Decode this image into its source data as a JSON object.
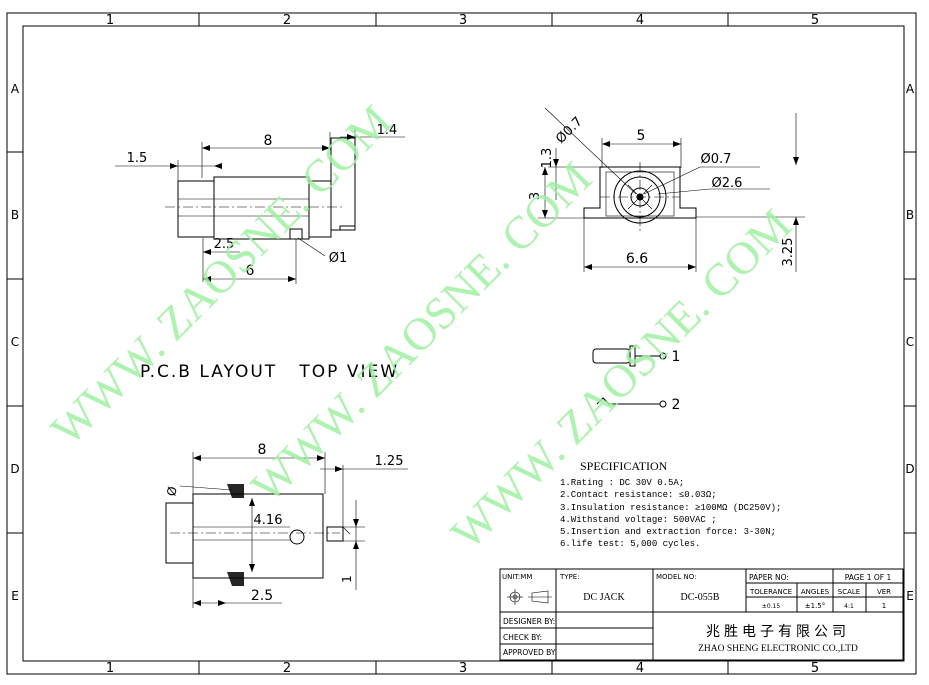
{
  "frame": {
    "columns": [
      "1",
      "2",
      "3",
      "4",
      "5"
    ],
    "rows": [
      "A",
      "B",
      "C",
      "D",
      "E"
    ]
  },
  "watermark": {
    "text_1": "WWW. ZAOSNE. COM",
    "text_2": "WWW. ZAOSNE. COM",
    "text_3": "WWW. ZAOSNE. COM"
  },
  "side_view": {
    "dim_top": "8",
    "dim_right": "1.4",
    "dim_left": "1.5",
    "dim_bottom_inner": "2.5",
    "dim_bottom_outer": "6",
    "dim_pin": "Ø1"
  },
  "front_view": {
    "dim_phi07_top": "Ø0.7",
    "dim_width_top": "5",
    "dim_13": "1.3",
    "dim_3": "3",
    "dim_phi07_right": "Ø0.7",
    "dim_phi26": "Ø2.6",
    "dim_66": "6.6",
    "dim_325": "3.25"
  },
  "pcb_layout": {
    "title": "P.C.B LAYOUT   TOP VIEW",
    "dim_top": "8",
    "dim_right": "1.25",
    "dim_phi": "Ø",
    "dim_416": "4.16",
    "dim_bottom": "2.5",
    "dim_1": "1"
  },
  "schematic": {
    "pin1": "1",
    "pin2": "2"
  },
  "specification": {
    "heading": "SPECIFICATION",
    "items": [
      "1.Rating : DC 30V 0.5A;",
      "2.Contact resistance: ≤0.03Ω;",
      "3.Insulation resistance: ≥100MΩ (DC250V);",
      "4.Withstand voltage: 500VAC ;",
      "5.Insertion and extraction force: 3-30N;",
      "6.life test: 5,000 cycles."
    ]
  },
  "title_block": {
    "unit_label": "UNIT:MM",
    "type_label": "TYPE:",
    "type_value": "DC JACK",
    "model_label": "MODEL NO:",
    "model_value": "DC-055B",
    "paper_label": "PAPER NO:",
    "page_label": "PAGE 1 OF 1",
    "tolerance_label": "TOLERANCE",
    "angles_label": "ANGLES",
    "scale_label": "SCALE",
    "ver_label": "VER",
    "tolerance_value": "±0.15",
    "angles_value": "±1.5°",
    "scale_value": "4:1",
    "ver_value": "1",
    "designer_label": "DESIGNER BY:",
    "check_label": "CHECK BY:",
    "approved_label": "APPROVED BY:",
    "company_cn": "兆胜电子有限公司",
    "company_en": "ZHAO SHENG ELECTRONIC CO.,LTD"
  }
}
